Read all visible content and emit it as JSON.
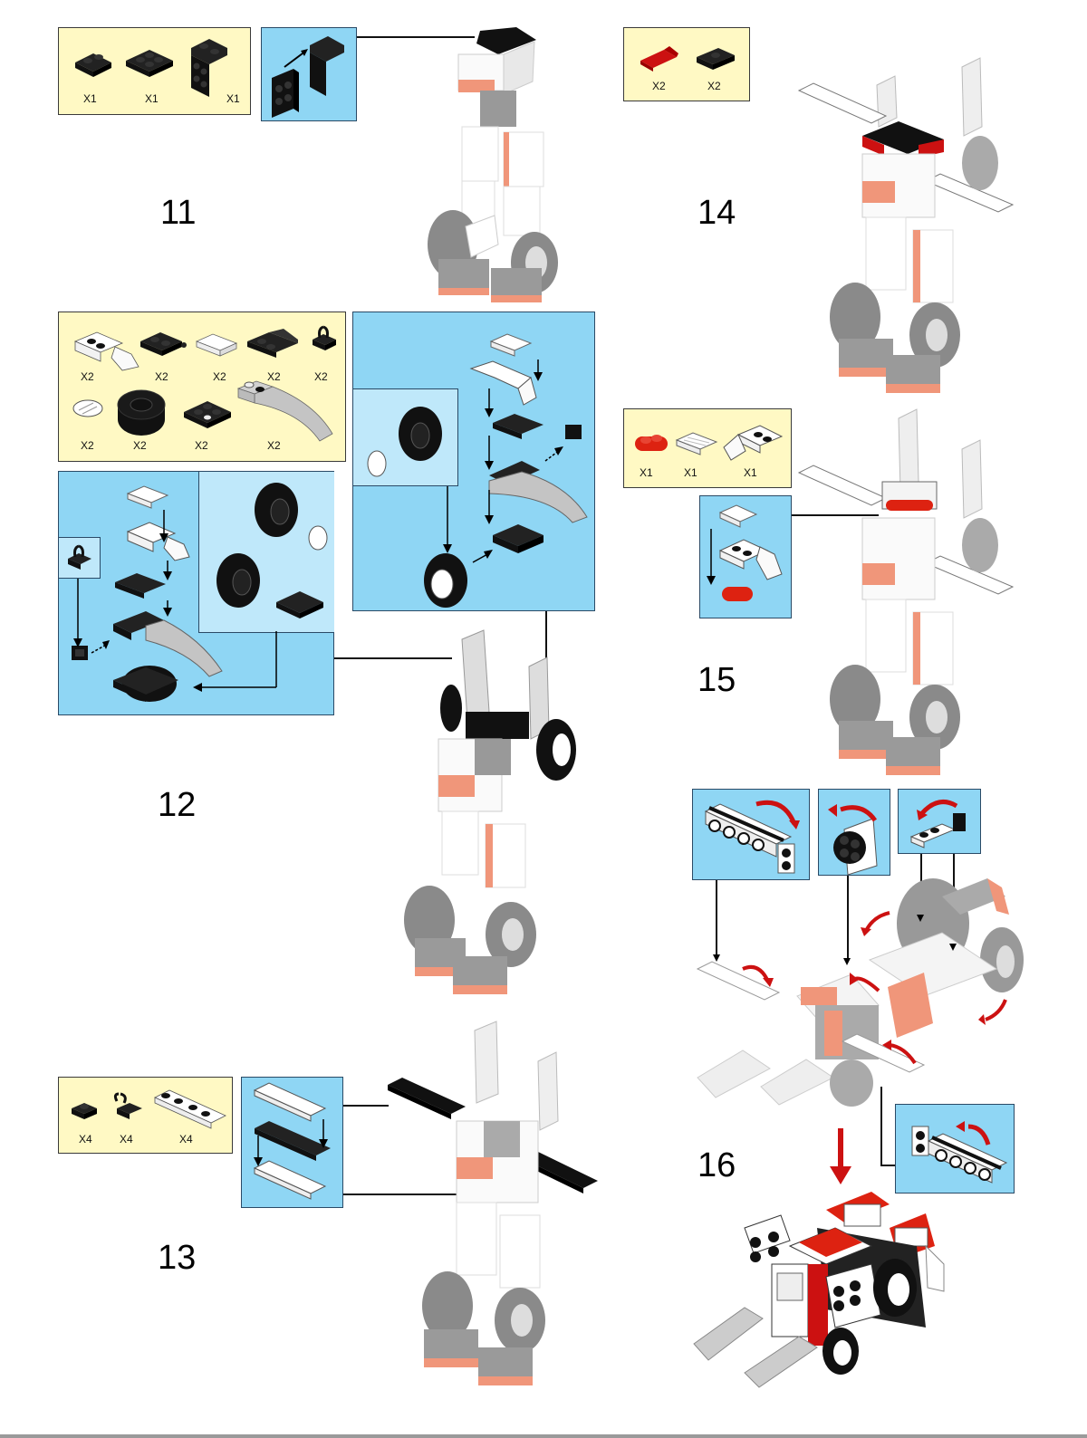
{
  "page": {
    "type": "building instructions",
    "colors": {
      "parts_box_bg": "#fff9c4",
      "subassembly_bg": "#8fd6f4",
      "accent_red": "#cc1111",
      "salmon": "#f0967a",
      "black_part": "#111111",
      "grey_part": "#a8a8a8"
    }
  },
  "steps": [
    {
      "number": "11",
      "parts": [
        {
          "name": "plate 1x2 black",
          "qty": "X1"
        },
        {
          "name": "plate 2x2 black",
          "qty": "X1"
        },
        {
          "name": "bracket 1x2-2x2 black",
          "qty": "X1"
        }
      ]
    },
    {
      "number": "12",
      "parts": [
        {
          "name": "curved arm white",
          "qty": "X2"
        },
        {
          "name": "plate 1x2 with pins black",
          "qty": "X2"
        },
        {
          "name": "tile 1x2 white",
          "qty": "X2"
        },
        {
          "name": "slope plate 2x2 black",
          "qty": "X2"
        },
        {
          "name": "plate 1x1 with clip black",
          "qty": "X2"
        },
        {
          "name": "hubcap white",
          "qty": "X2"
        },
        {
          "name": "tire black",
          "qty": "X2"
        },
        {
          "name": "plate 2x2 with pin black",
          "qty": "X2"
        },
        {
          "name": "curved slope grey",
          "qty": "X2"
        }
      ]
    },
    {
      "number": "13",
      "parts": [
        {
          "name": "plate 1x1 black",
          "qty": "X4"
        },
        {
          "name": "plate 1x1 with clip black",
          "qty": "X4"
        },
        {
          "name": "plate 1x4 with hinge white",
          "qty": "X4"
        }
      ]
    },
    {
      "number": "14",
      "parts": [
        {
          "name": "slope 1x2 red",
          "qty": "X2"
        },
        {
          "name": "jumper plate 1x2 black",
          "qty": "X2"
        }
      ]
    },
    {
      "number": "15",
      "parts": [
        {
          "name": "rounded plate 1x2 red",
          "qty": "X1"
        },
        {
          "name": "grille tile 1x2 white",
          "qty": "X1"
        },
        {
          "name": "curved arm white",
          "qty": "X1"
        }
      ]
    },
    {
      "number": "16",
      "parts": []
    }
  ]
}
